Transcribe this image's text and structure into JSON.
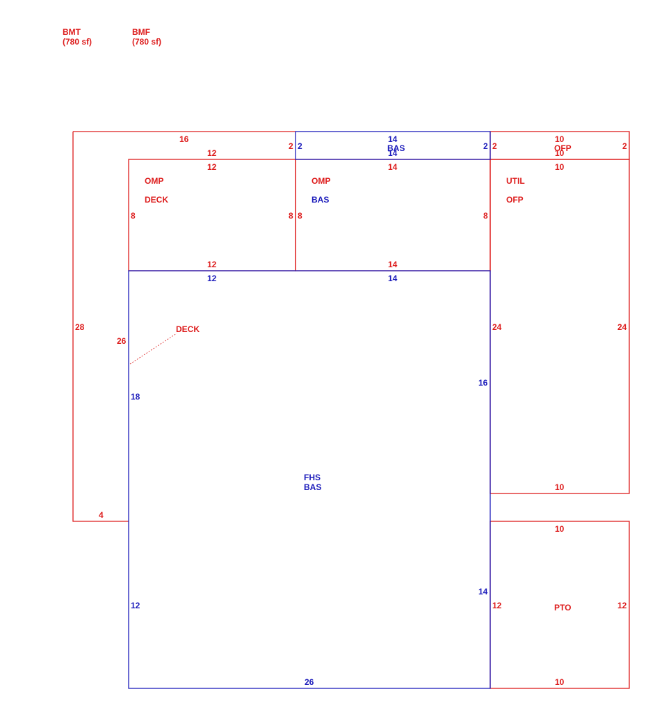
{
  "legend": [
    {
      "code": "BMT",
      "area": "(780 sf)"
    },
    {
      "code": "BMF",
      "area": "(780 sf)"
    }
  ],
  "colors": {
    "red": "#dd1c1c",
    "blue": "#1c1cbb"
  },
  "areas": {
    "left_deck": {
      "name": "DECK",
      "pointer_label": "DECK",
      "dim_top": "16",
      "dim_left": "28",
      "dim_inner": "26",
      "dim_bottom": "4"
    },
    "omp_deck": {
      "code": "OMP",
      "name": "DECK",
      "dim_top_outer": "12",
      "dim_top": "12",
      "dim_left": "8",
      "dim_right": "8",
      "dim_bottom": "12",
      "dim_corner": "2"
    },
    "bas_strip": {
      "name": "BAS",
      "dim_top": "14",
      "dim_bottom": "14",
      "dim_left": "2",
      "dim_right": "2"
    },
    "omp_bas": {
      "code": "OMP",
      "name": "BAS",
      "dim_top": "14",
      "dim_left": "8",
      "dim_right": "8",
      "dim_bottom": "14"
    },
    "ofp_strip": {
      "name": "OFP",
      "dim_top": "10",
      "dim_bottom": "10",
      "dim_left": "2",
      "dim_right": "2"
    },
    "util_ofp": {
      "code": "UTIL",
      "name": "OFP",
      "dim_top": "10",
      "dim_left": "24",
      "dim_right": "24",
      "dim_bottom": "10"
    },
    "main": {
      "code": "FHS",
      "name": "BAS",
      "dim_top_left": "12",
      "dim_top_right": "14",
      "dim_left_upper": "18",
      "dim_left_lower": "12",
      "dim_right_upper": "16",
      "dim_right_lower": "14",
      "dim_bottom": "26"
    },
    "pto": {
      "name": "PTO",
      "dim_top": "10",
      "dim_left": "12",
      "dim_right": "12",
      "dim_bottom": "10"
    }
  }
}
